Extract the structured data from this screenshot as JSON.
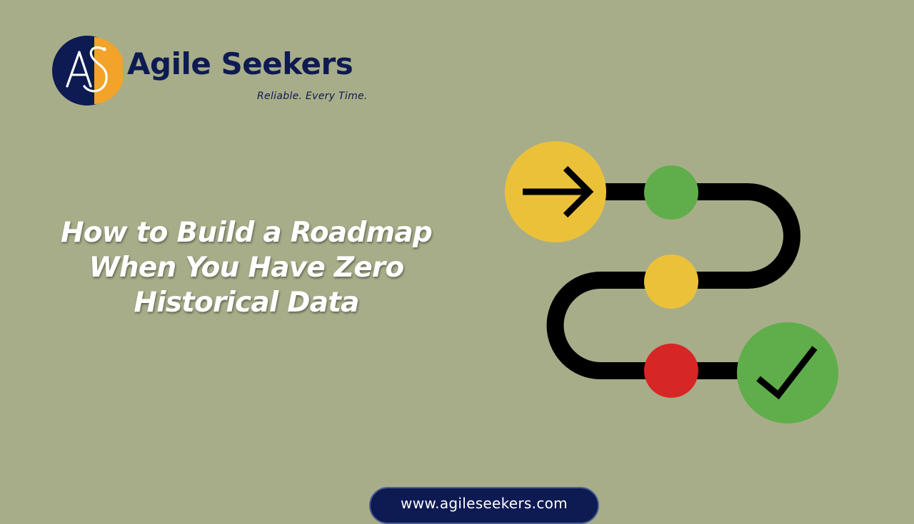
{
  "brand": {
    "name": "Agile Seekers",
    "tagline": "Reliable. Every Time.",
    "logo_letters": "AS",
    "colors": {
      "navy": "#0e1a52",
      "orange": "#f2a329",
      "background": "#a8ad89"
    }
  },
  "headline": {
    "lines": [
      "How to Build a Roadmap",
      "When You Have Zero",
      "Historical Data"
    ]
  },
  "roadmap": {
    "start_icon": "arrow-right-icon",
    "end_icon": "checkmark-icon",
    "colors": {
      "path": "#000000",
      "start": "#ebc13a",
      "step_1": "#5fae4b",
      "step_2": "#ebc13a",
      "step_3": "#d72626",
      "end": "#5fae4b"
    }
  },
  "footer": {
    "url": "www.agileseekers.com"
  }
}
